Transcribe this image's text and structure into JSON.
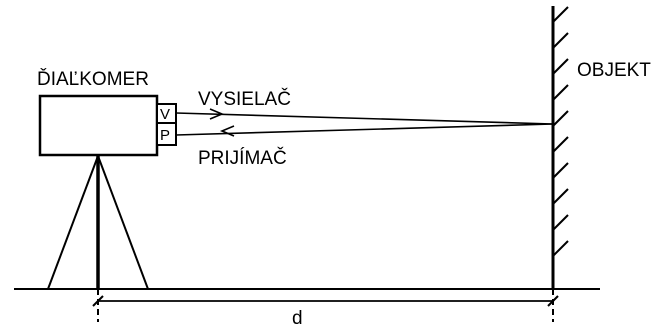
{
  "labels": {
    "device": "ĎIAĽKOMER",
    "transmitter": "VYSIELAČ",
    "receiver": "PRIJÍMAČ",
    "object": "OBJEKT",
    "distance": "d",
    "v_port": "V",
    "p_port": "P"
  },
  "colors": {
    "stroke": "#000000",
    "background": "#ffffff"
  }
}
